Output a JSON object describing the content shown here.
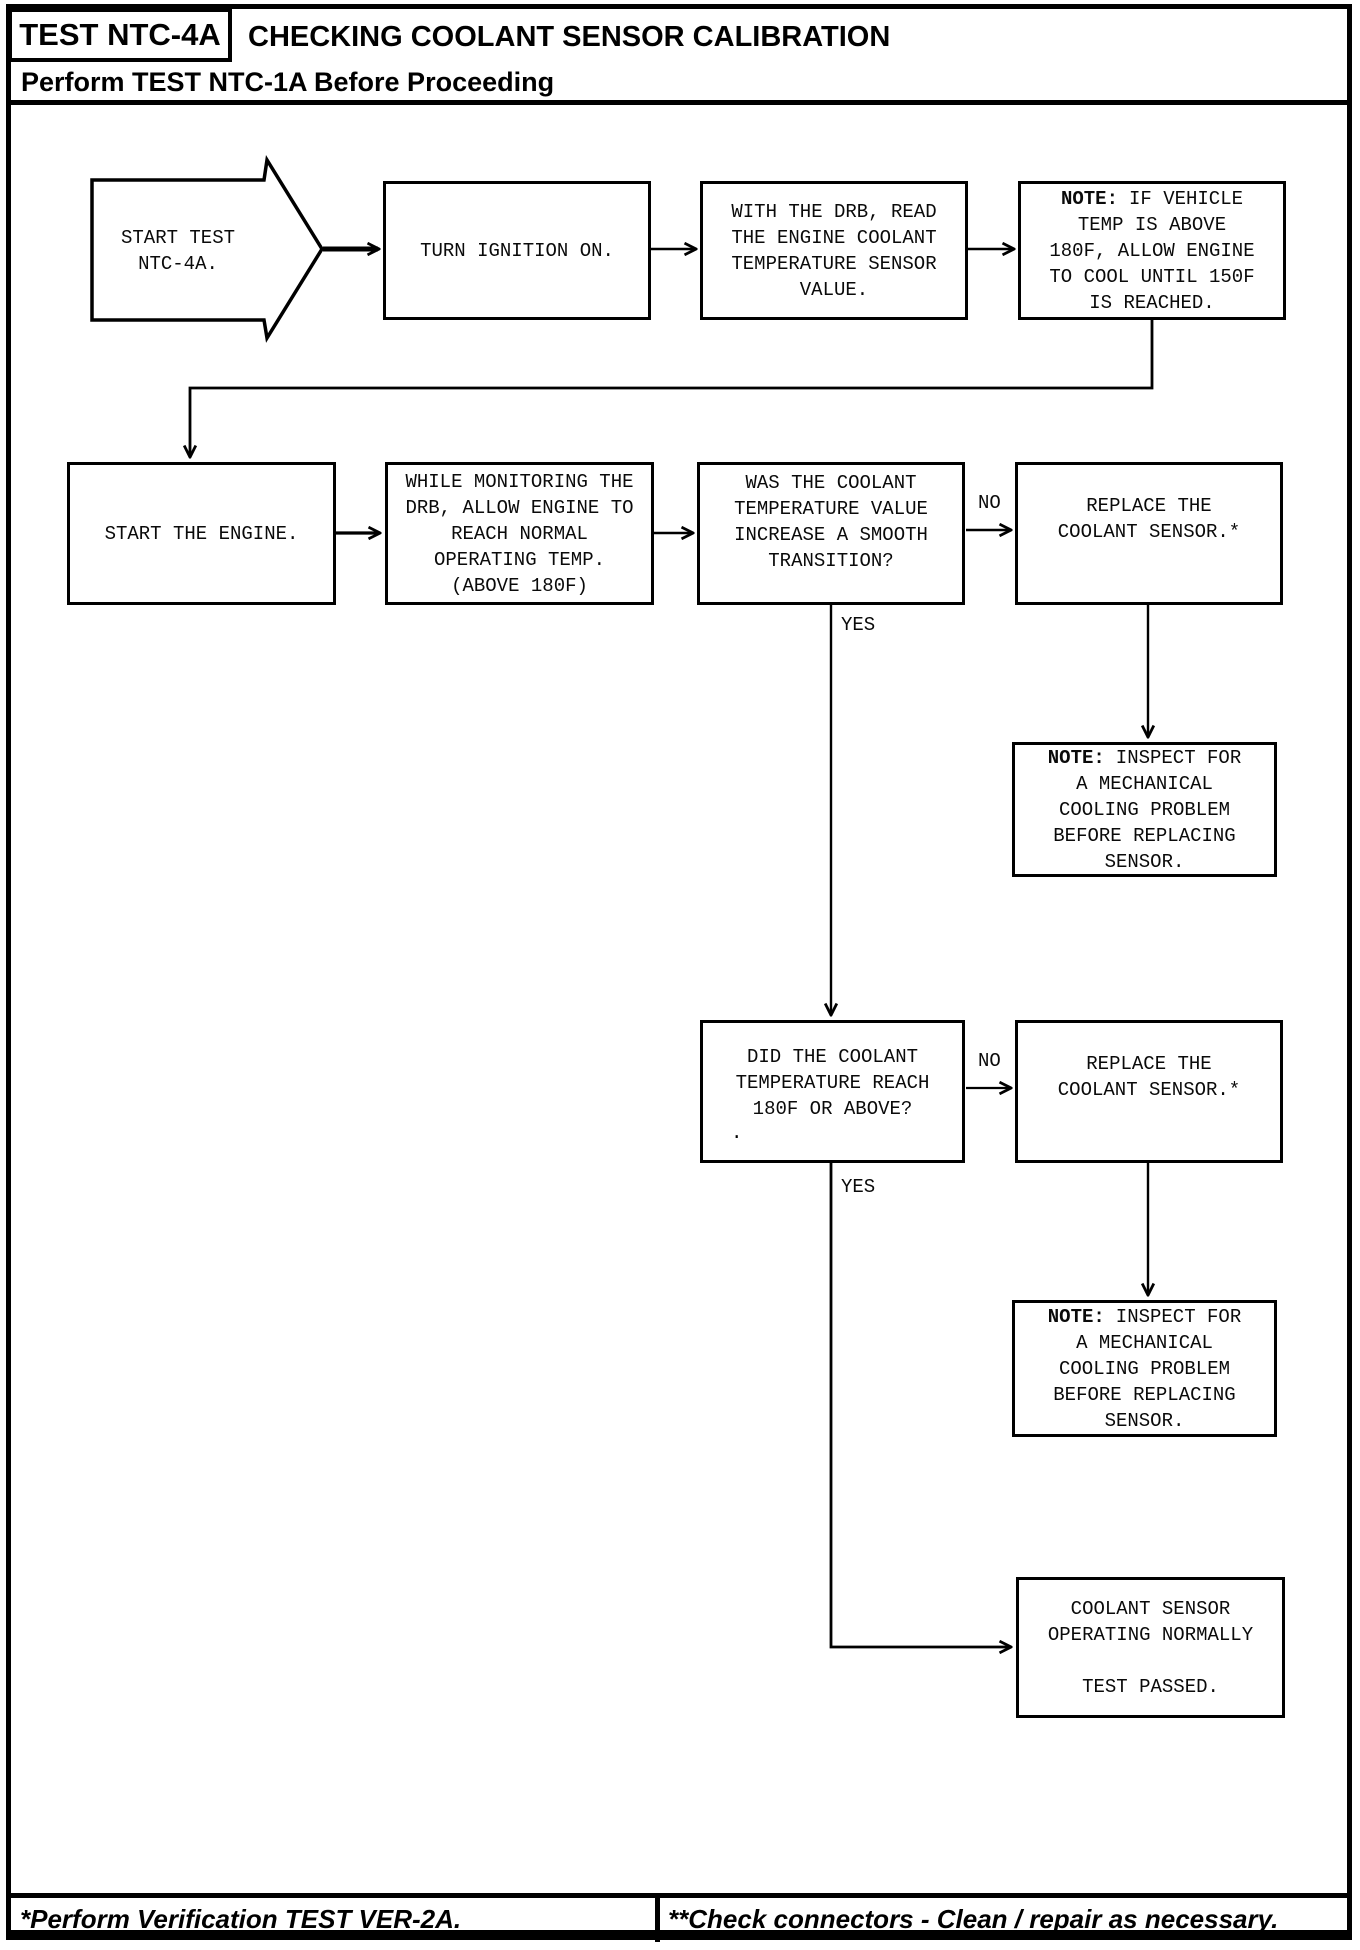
{
  "header": {
    "test_id": "TEST NTC-4A",
    "title": "CHECKING COOLANT SENSOR CALIBRATION",
    "subtitle": "Perform TEST NTC-1A Before Proceeding"
  },
  "nodes": {
    "start": {
      "l1": "START TEST",
      "l2": "NTC-4A."
    },
    "turn_ignition": {
      "l1": "TURN IGNITION ON."
    },
    "read_sensor": {
      "l1": "WITH THE DRB, READ",
      "l2": "THE ENGINE COOLANT",
      "l3": "TEMPERATURE SENSOR",
      "l4": "VALUE."
    },
    "note_cool": {
      "label": "NOTE:",
      "l1": "IF VEHICLE",
      "l2": "TEMP IS ABOVE",
      "l3": "180F, ALLOW ENGINE",
      "l4": "TO COOL UNTIL 150F",
      "l5": "IS REACHED."
    },
    "start_engine": {
      "l1": "START THE ENGINE."
    },
    "monitor_drb": {
      "l1": "WHILE MONITORING THE",
      "l2": "DRB, ALLOW ENGINE TO",
      "l3": "REACH NORMAL",
      "l4": "OPERATING TEMP.",
      "l5": "(ABOVE 180F)"
    },
    "smooth_transition": {
      "l1": "WAS THE COOLANT",
      "l2": "TEMPERATURE VALUE",
      "l3": "INCREASE A SMOOTH",
      "l4": "TRANSITION?"
    },
    "replace_sensor_1": {
      "l1": "REPLACE THE",
      "l2": "COOLANT SENSOR.*"
    },
    "note_inspect_1": {
      "label": "NOTE:",
      "l1": "INSPECT FOR",
      "l2": "A MECHANICAL",
      "l3": "COOLING PROBLEM",
      "l4": "BEFORE REPLACING",
      "l5": "SENSOR."
    },
    "reach_180": {
      "l1": "DID THE COOLANT",
      "l2": "TEMPERATURE REACH",
      "l3": "180F OR ABOVE?",
      "stray": "."
    },
    "replace_sensor_2": {
      "l1": "REPLACE THE",
      "l2": "COOLANT SENSOR.*"
    },
    "note_inspect_2": {
      "label": "NOTE:",
      "l1": "INSPECT FOR",
      "l2": "A MECHANICAL",
      "l3": "COOLING PROBLEM",
      "l4": "BEFORE REPLACING",
      "l5": "SENSOR."
    },
    "test_passed": {
      "l1": "COOLANT SENSOR",
      "l2": "OPERATING NORMALLY",
      "l3": "TEST PASSED."
    }
  },
  "edge_labels": {
    "no1": "NO",
    "yes1": "YES",
    "no2": "NO",
    "yes2": "YES"
  },
  "footer": {
    "left": "*Perform Verification TEST VER-2A.",
    "right": "**Check connectors - Clean / repair as necessary."
  },
  "colors": {
    "ink": "#000000",
    "paper": "#ffffff"
  }
}
